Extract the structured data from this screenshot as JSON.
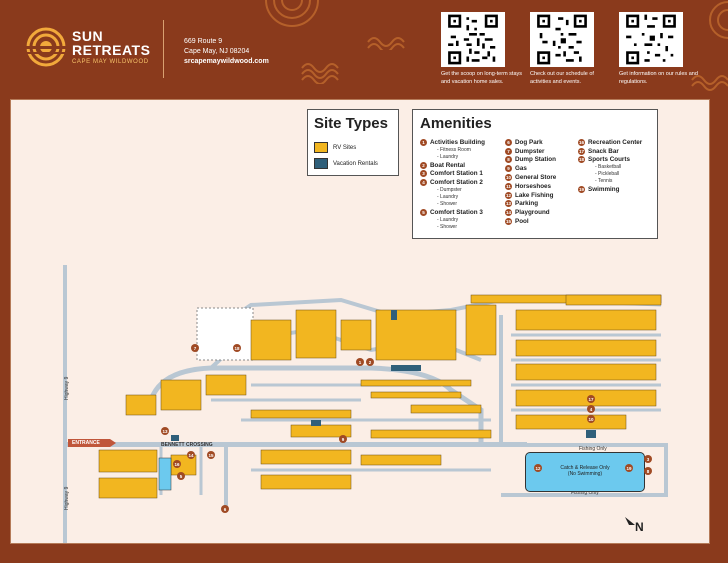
{
  "brand": {
    "line1": "SUN",
    "line2": "RETREATS",
    "line3": "CAPE MAY WILDWOOD"
  },
  "address": {
    "street": "669 Route 9",
    "city": "Cape May, NJ 08204",
    "website": "srcapemaywildwood.com"
  },
  "qr_codes": [
    {
      "caption": "Get the scoop on long-term stays and vacation home sales."
    },
    {
      "caption": "Check out our schedule of activities and events."
    },
    {
      "caption": "Get information on our rules and regulations."
    }
  ],
  "site_types": {
    "title": "Site Types",
    "items": [
      {
        "label": "RV Sites",
        "color": "#f2b620"
      },
      {
        "label": "Vacation Rentals",
        "color": "#2f5f7a"
      }
    ]
  },
  "amenities": {
    "title": "Amenities",
    "columns": [
      [
        {
          "n": "1",
          "label": "Activities Building",
          "subs": [
            "- Fitness Room",
            "- Laundry"
          ]
        },
        {
          "n": "2",
          "label": "Boat Rental",
          "subs": []
        },
        {
          "n": "3",
          "label": "Comfort Station 1",
          "subs": []
        },
        {
          "n": "4",
          "label": "Comfort Station 2",
          "subs": [
            "- Dumpster",
            "- Laundry",
            "- Shower"
          ]
        },
        {
          "n": "5",
          "label": "Comfort Station 3",
          "subs": [
            "- Laundry",
            "- Shower"
          ]
        }
      ],
      [
        {
          "n": "6",
          "label": "Dog Park",
          "subs": []
        },
        {
          "n": "7",
          "label": "Dumpster",
          "subs": []
        },
        {
          "n": "8",
          "label": "Dump Station",
          "subs": []
        },
        {
          "n": "9",
          "label": "Gas",
          "subs": []
        },
        {
          "n": "10",
          "label": "General Store",
          "subs": []
        },
        {
          "n": "11",
          "label": "Horseshoes",
          "subs": []
        },
        {
          "n": "12",
          "label": "Lake Fishing",
          "subs": []
        },
        {
          "n": "13",
          "label": "Parking",
          "subs": []
        },
        {
          "n": "14",
          "label": "Playground",
          "subs": []
        },
        {
          "n": "15",
          "label": "Pool",
          "subs": []
        }
      ],
      [
        {
          "n": "16",
          "label": "Recreation Center",
          "subs": []
        },
        {
          "n": "17",
          "label": "Snack Bar",
          "subs": []
        },
        {
          "n": "18",
          "label": "Sports Courts",
          "subs": [
            "- Basketball",
            "- Pickleball",
            "- Tennis"
          ]
        },
        {
          "n": "19",
          "label": "Swimming",
          "subs": []
        }
      ]
    ]
  },
  "map_labels": {
    "entrance": "ENTRANCE",
    "highway_top": "Highway 9",
    "highway_bottom": "Highway 9",
    "bennett_crossing": "BENNETT CROSSING",
    "fishing_only_top": "Fishing Only",
    "fishing_only_bottom": "Fishing Only",
    "lake_line1": "Catch & Release Only",
    "lake_line2": "(No Swimming)",
    "north": "N"
  },
  "colors": {
    "background": "#8a3a1c",
    "map_bg": "#fbeee6",
    "road": "#b9c7d3",
    "rv": "#f2b620",
    "rental": "#2f5f7a",
    "lake": "#6cc9ee",
    "marker": "#a04a24"
  }
}
